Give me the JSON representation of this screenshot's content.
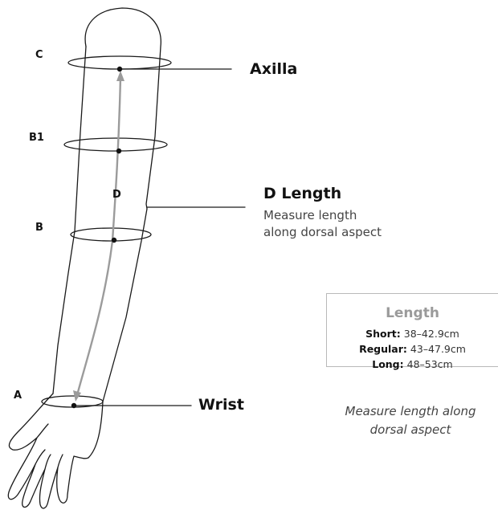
{
  "points": {
    "c": "C",
    "b1": "B1",
    "d": "D",
    "b": "B",
    "a": "A"
  },
  "callouts": {
    "axilla": "Axilla",
    "d_length": "D Length",
    "d_sub_1": "Measure length",
    "d_sub_2": "along dorsal aspect",
    "wrist": "Wrist"
  },
  "length_table": {
    "title": "Length",
    "rows": [
      {
        "label": "Short:",
        "value": "38–42.9cm"
      },
      {
        "label": "Regular:",
        "value": "43–47.9cm"
      },
      {
        "label": "Long:",
        "value": "48–53cm"
      }
    ]
  },
  "note": {
    "line1": "Measure length along",
    "line2": "dorsal aspect"
  },
  "colors": {
    "outline": "#1a1a1a",
    "arrow": "#9b9b9b",
    "box_border": "#b9b9b9"
  }
}
